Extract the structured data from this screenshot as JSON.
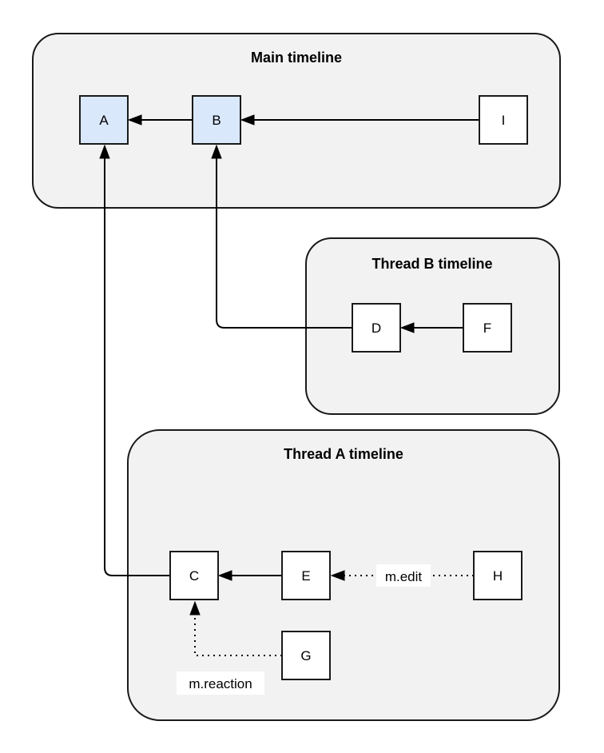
{
  "diagram": {
    "colors": {
      "background": "#ffffff",
      "container_fill": "#f2f2f2",
      "container_stroke": "#1a1a1a",
      "node_fill_highlight": "#dae8fc",
      "node_fill_default": "#ffffff",
      "node_stroke": "#1a1a1a",
      "edge_color": "#000000"
    },
    "containers": [
      {
        "id": "main-timeline",
        "title": "Main timeline",
        "nodes": [
          "A",
          "B",
          "I"
        ]
      },
      {
        "id": "thread-b-timeline",
        "title": "Thread B timeline",
        "nodes": [
          "D",
          "F"
        ]
      },
      {
        "id": "thread-a-timeline",
        "title": "Thread A timeline",
        "nodes": [
          "C",
          "E",
          "H",
          "G"
        ]
      }
    ],
    "nodes": {
      "A": {
        "label": "A",
        "fill": "highlight",
        "container": "Main timeline"
      },
      "B": {
        "label": "B",
        "fill": "highlight",
        "container": "Main timeline"
      },
      "I": {
        "label": "I",
        "fill": "default",
        "container": "Main timeline"
      },
      "D": {
        "label": "D",
        "fill": "default",
        "container": "Thread B timeline"
      },
      "F": {
        "label": "F",
        "fill": "default",
        "container": "Thread B timeline"
      },
      "C": {
        "label": "C",
        "fill": "default",
        "container": "Thread A timeline"
      },
      "E": {
        "label": "E",
        "fill": "default",
        "container": "Thread A timeline"
      },
      "H": {
        "label": "H",
        "fill": "default",
        "container": "Thread A timeline"
      },
      "G": {
        "label": "G",
        "fill": "default",
        "container": "Thread A timeline"
      }
    },
    "edges": [
      {
        "from": "B",
        "to": "A",
        "style": "solid",
        "label": ""
      },
      {
        "from": "I",
        "to": "B",
        "style": "solid",
        "label": ""
      },
      {
        "from": "F",
        "to": "D",
        "style": "solid",
        "label": ""
      },
      {
        "from": "D",
        "to": "B",
        "style": "solid",
        "label": ""
      },
      {
        "from": "E",
        "to": "C",
        "style": "solid",
        "label": ""
      },
      {
        "from": "C",
        "to": "A",
        "style": "solid",
        "label": ""
      },
      {
        "from": "H",
        "to": "E",
        "style": "dotted",
        "label": "m.edit"
      },
      {
        "from": "G",
        "to": "C",
        "style": "dotted",
        "label": "m.reaction"
      }
    ]
  }
}
